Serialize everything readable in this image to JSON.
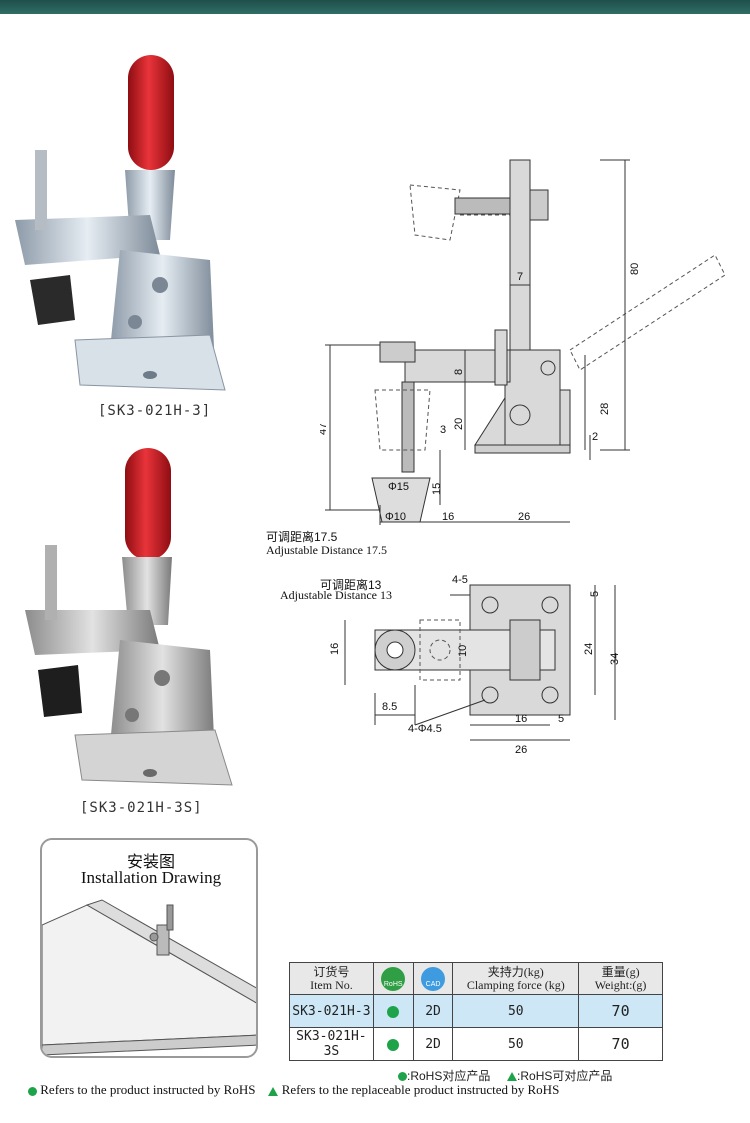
{
  "header_bar_color": "#24564f",
  "products": [
    {
      "caption": "[SK3-021H-3]"
    },
    {
      "caption": "[SK3-021H-3S]"
    }
  ],
  "side_view": {
    "dims": [
      "80",
      "7",
      "8",
      "47",
      "20",
      "28",
      "3",
      "2",
      "Φ15",
      "15",
      "Φ10",
      "16",
      "26"
    ],
    "adjust_cn": "可调距离17.5",
    "adjust_en": "Adjustable Distance 17.5"
  },
  "top_view": {
    "dims": [
      "4-5",
      "5",
      "16",
      "10",
      "24",
      "34",
      "8.5",
      "4-Φ4.5",
      "16",
      "5",
      "26"
    ],
    "adjust_cn": "可调距离13",
    "adjust_en": "Adjustable Distance 13"
  },
  "installation": {
    "title_cn": "安装图",
    "title_en": "Installation Drawing"
  },
  "table": {
    "headers": {
      "item_cn": "订货号",
      "item_en": "Item No.",
      "rohs_icon": "RoHS",
      "cad_icon": "CAD",
      "force_cn": "夹持力(kg)",
      "force_en": "Clamping force (kg)",
      "weight_cn": "重量(g)",
      "weight_en": "Weight:(g)"
    },
    "rows": [
      {
        "item": "SK3-021H-3",
        "cad": "2D",
        "force": "50",
        "weight": "70"
      },
      {
        "item": "SK3-021H-3S",
        "cad": "2D",
        "force": "50",
        "weight": "70"
      }
    ],
    "note_rohs": ":RoHS对应产品",
    "note_replace": ":RoHS可对应产品"
  },
  "legend": {
    "rohs": "Refers to the product instructed by RoHS",
    "replace": "Refers to the replaceable product instructed by RoHS"
  },
  "colors": {
    "dot_green": "#1fa34a",
    "handle_red": "#d41f26",
    "row_highlight": "#cde7f7"
  }
}
